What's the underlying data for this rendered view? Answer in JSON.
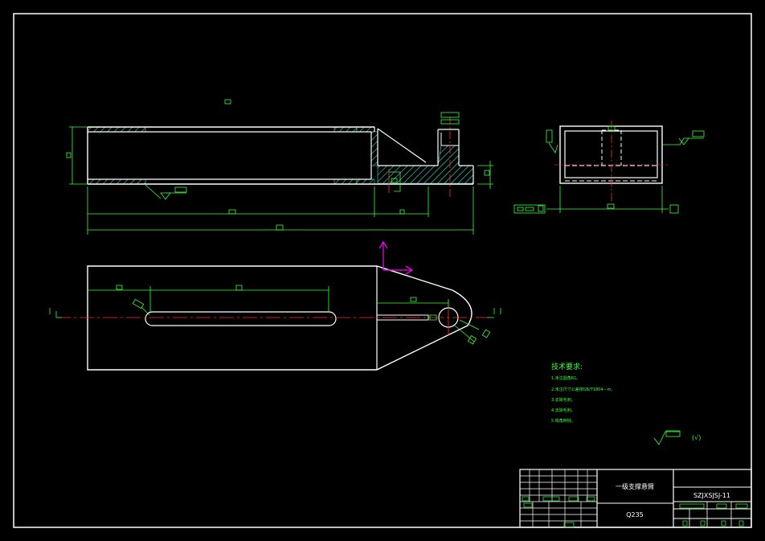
{
  "technical_requirements": {
    "heading": "技术要求:",
    "items": [
      "1.未注圆角R1。",
      "2.未注尺寸公差按GB/T1804－m。",
      "3.去除毛刺。",
      "4.去除毛刺。",
      "5.锐角倒钝。"
    ]
  },
  "roughness_note": "(√)",
  "title_block": {
    "part_name": "一级支撑悬臂",
    "drawing_code": "SZJXSJSJ-11",
    "material": "Q235"
  },
  "colors": {
    "background": "#000000",
    "outline": "#ffffff",
    "dimension": "#3cff3c",
    "centerline": "#ff3030",
    "hatch": "#40e0d0",
    "ucs": "#ff00ff"
  }
}
